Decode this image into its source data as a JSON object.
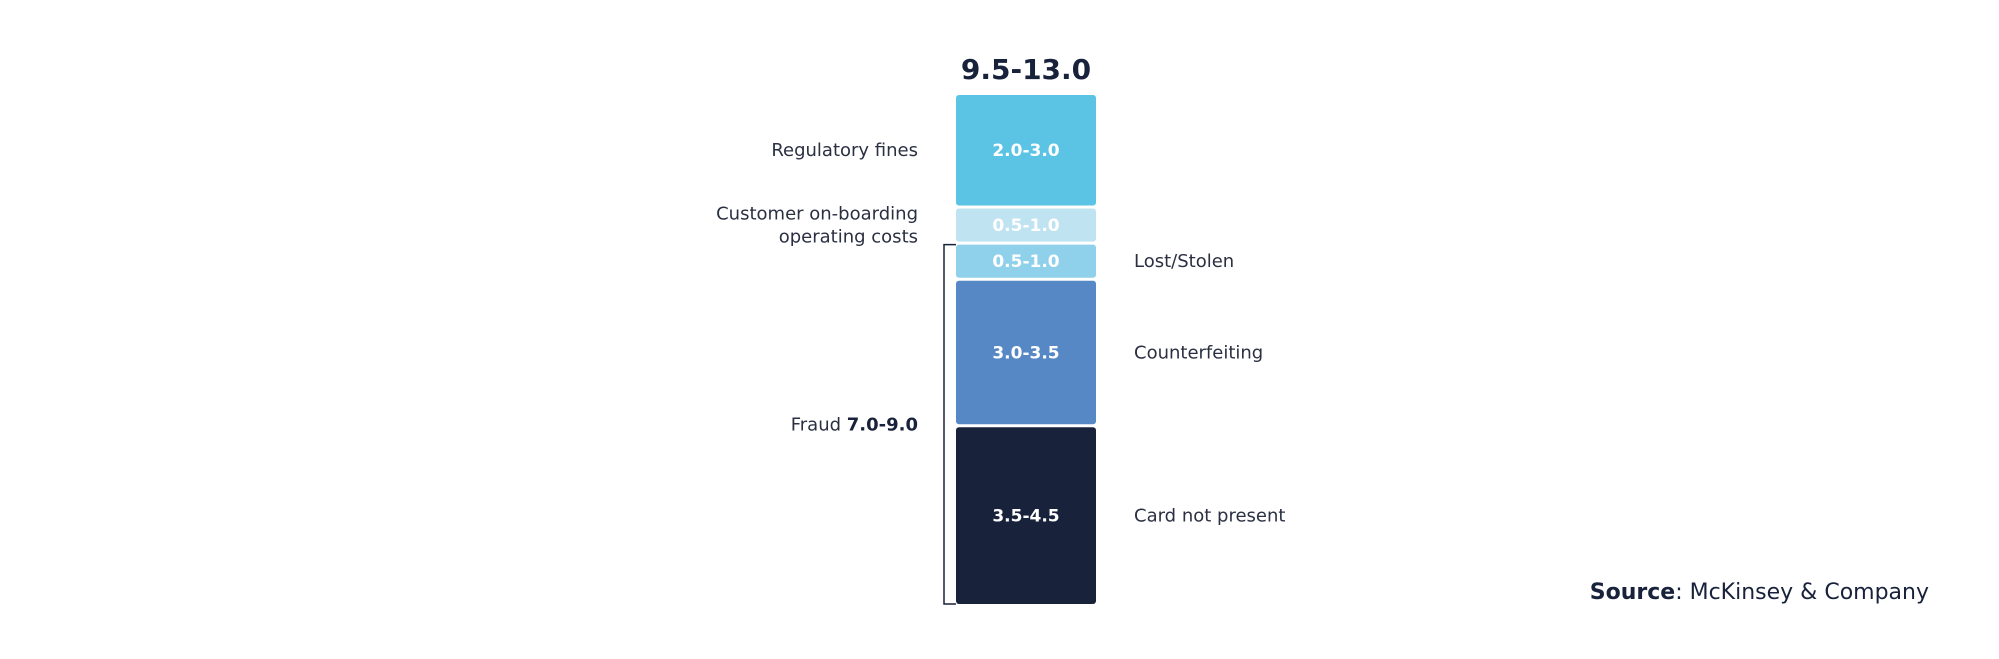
{
  "chart_data": {
    "type": "bar",
    "stacked": true,
    "total_label": "9.5-13.0",
    "segments": [
      {
        "name": "Regulatory fines",
        "value_label": "2.0-3.0",
        "low": 2.0,
        "high": 3.0,
        "color": "#5bc3e3",
        "text_color": "#ffffff",
        "side": "left"
      },
      {
        "name": "Customer on-boarding operating costs",
        "name_lines": [
          "Customer on-boarding",
          "operating costs"
        ],
        "value_label": "0.5-1.0",
        "low": 0.5,
        "high": 1.0,
        "color": "#c0e3f1",
        "text_color": "#ffffff",
        "side": "left"
      },
      {
        "name": "Lost/Stolen",
        "value_label": "0.5-1.0",
        "low": 0.5,
        "high": 1.0,
        "color": "#8fd0ea",
        "text_color": "#ffffff",
        "side": "right"
      },
      {
        "name": "Counterfeiting",
        "value_label": "3.0-3.5",
        "low": 3.0,
        "high": 3.5,
        "color": "#5688c5",
        "text_color": "#ffffff",
        "side": "right"
      },
      {
        "name": "Card not present",
        "value_label": "3.5-4.5",
        "low": 3.5,
        "high": 4.5,
        "color": "#18223b",
        "text_color": "#ffffff",
        "side": "right"
      }
    ],
    "group": {
      "prefix": "Fraud",
      "value_label": "7.0-9.0",
      "members": [
        "Lost/Stolen",
        "Counterfeiting",
        "Card not present"
      ]
    }
  },
  "source": {
    "label": "Source",
    "text": ": McKinsey & Company"
  }
}
